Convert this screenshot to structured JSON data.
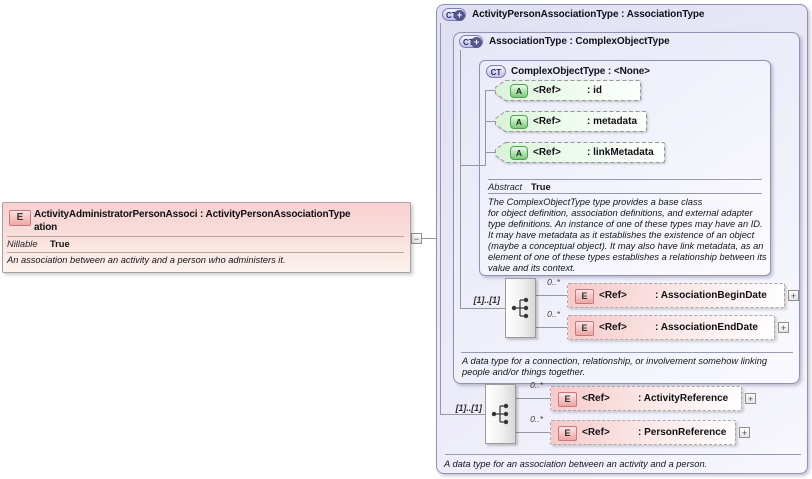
{
  "element_box": {
    "icon_letter": "E",
    "title_line1": "ActivityAdministratorPersonAssoci : ActivityPersonAssociationType",
    "title_line2": "ation",
    "name": "ActivityAdministratorPersonAssociation",
    "type": "ActivityPersonAssociationType",
    "property_label": "Nillable",
    "property_value": "True",
    "description": "An association between an activity and a person who administers it."
  },
  "connector": {
    "collapse_glyph": "−",
    "expand_glyph": "+"
  },
  "outer_type": {
    "icon_letter": "CT",
    "plus_glyph": "+",
    "title": "ActivityPersonAssociationType : AssociationType",
    "cardinality": "[1]..[1]",
    "items": [
      {
        "icon_letter": "E",
        "ref": "<Ref>",
        "name": ": ActivityReference",
        "occurrence": "0..*"
      },
      {
        "icon_letter": "E",
        "ref": "<Ref>",
        "name": ": PersonReference",
        "occurrence": "0..*"
      }
    ],
    "description": "A data type for an association between an activity and a person."
  },
  "association_type": {
    "icon_letter": "CT",
    "plus_glyph": "+",
    "title": "AssociationType : ComplexObjectType",
    "cardinality": "[1]..[1]",
    "items": [
      {
        "icon_letter": "E",
        "ref": "<Ref>",
        "name": ": AssociationBeginDate",
        "occurrence": "0..*"
      },
      {
        "icon_letter": "E",
        "ref": "<Ref>",
        "name": ": AssociationEndDate",
        "occurrence": "0..*"
      }
    ],
    "description_lines": [
      "A data type for a connection, relationship, or involvement somehow linking",
      "people and/or things together."
    ]
  },
  "complex_object_type": {
    "icon_letter": "CT",
    "title": "ComplexObjectType : <None>",
    "attributes": [
      {
        "icon_letter": "A",
        "ref": "<Ref>",
        "name": ": id"
      },
      {
        "icon_letter": "A",
        "ref": "<Ref>",
        "name": ": metadata"
      },
      {
        "icon_letter": "A",
        "ref": "<Ref>",
        "name": ": linkMetadata"
      }
    ],
    "property_label": "Abstract",
    "property_value": "True",
    "description_lines": [
      "The ComplexObjectType type provides a base class",
      "for object definition, association definitions, and external adapter",
      "type definitions. An instance of one of these types may have an ID.",
      "It may have metadata as it establishes the existence of an object",
      "(maybe a conceptual object). It may also have link metadata, as an",
      "element of one of these types establishes a relationship between its",
      "value and its context."
    ]
  },
  "colors": {
    "complex_type_fill": "#e9e9f8",
    "complex_type_border": "#9191b5",
    "element_fill": "#f6c9c9",
    "attribute_fill": "#dff4df",
    "line_gray": "#96969e"
  }
}
